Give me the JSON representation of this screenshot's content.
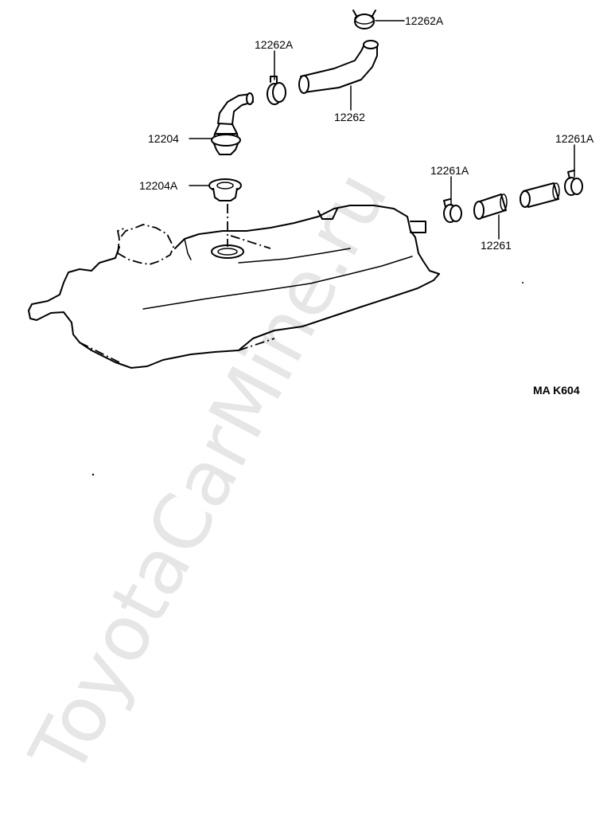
{
  "watermark": "ToyotaCarMine.ru",
  "diagram_code": "MA K604",
  "labels": {
    "clamp_top": "12262A",
    "clamp_left": "12262A",
    "hose_upper": "12262",
    "pcv_valve": "12204",
    "grommet": "12204A",
    "clamp_mid": "12261A",
    "clamp_right": "12261A",
    "hose_lower": "12261"
  }
}
